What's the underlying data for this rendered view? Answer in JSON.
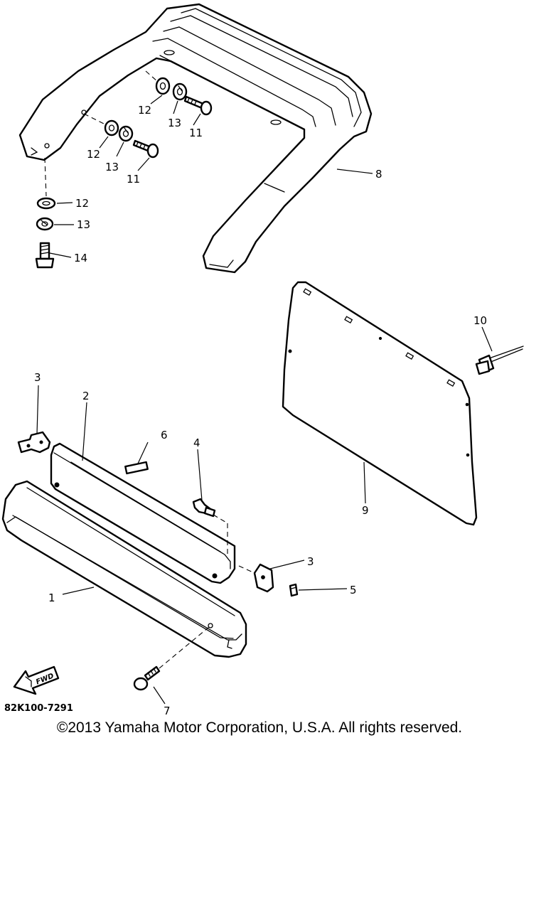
{
  "diagram": {
    "drawing_code": "82K100-7291",
    "fwd_label": "FWD",
    "callouts": {
      "c1": "1",
      "c2": "2",
      "c3a": "3",
      "c3b": "3",
      "c4": "4",
      "c5": "5",
      "c6": "6",
      "c7": "7",
      "c8": "8",
      "c9": "9",
      "c10": "10",
      "c11a": "11",
      "c11b": "11",
      "c12a": "12",
      "c12b": "12",
      "c12c": "12",
      "c13a": "13",
      "c13b": "13",
      "c13c": "13",
      "c14": "14"
    }
  },
  "footer": {
    "copyright": "©2013 Yamaha Motor Corporation, U.S.A. All rights reserved."
  }
}
